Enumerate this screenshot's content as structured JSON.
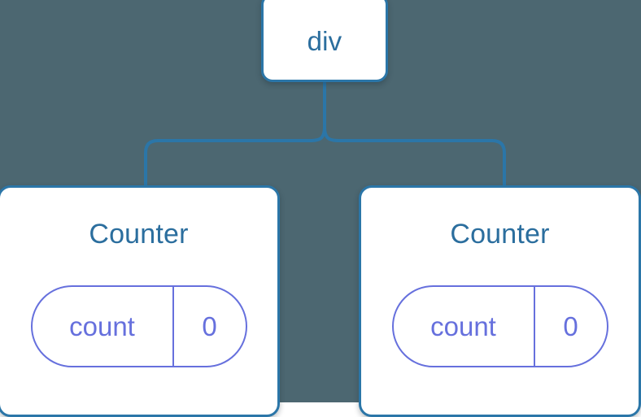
{
  "diagram": {
    "type": "component-tree",
    "background_color": "#4c6771",
    "node_border_color": "#2b76a8",
    "node_fill_color": "#ffffff",
    "title_color": "#2b6e9e",
    "state_color": "#6670dd",
    "connector_color": "#2b76a8"
  },
  "root": {
    "label": "div"
  },
  "children": [
    {
      "label": "Counter",
      "state": {
        "key": "count",
        "value": "0"
      }
    },
    {
      "label": "Counter",
      "state": {
        "key": "count",
        "value": "0"
      }
    }
  ]
}
